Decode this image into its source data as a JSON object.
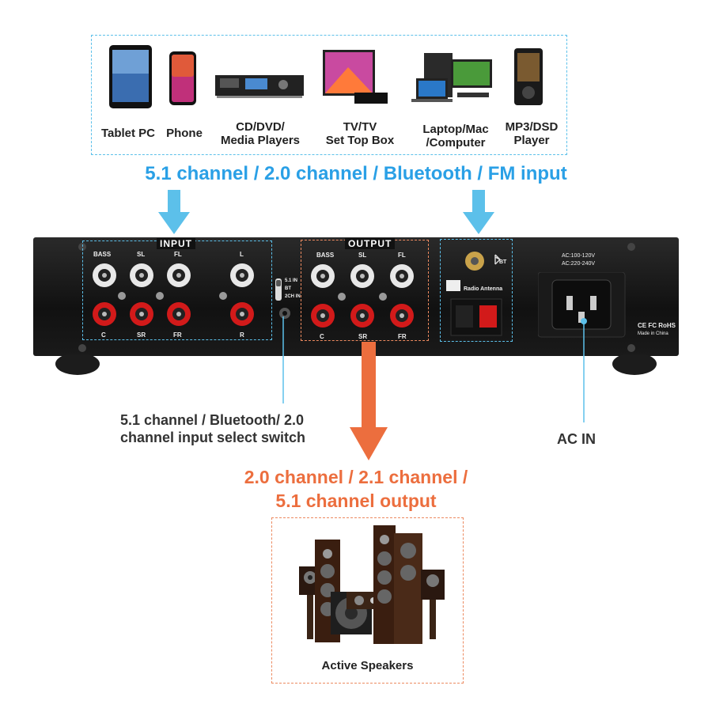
{
  "devices": [
    {
      "label": "Tablet PC",
      "icon": "tablet-icon"
    },
    {
      "label": "Phone",
      "icon": "phone-icon"
    },
    {
      "label": "CD/DVD/\nMedia Players",
      "icon": "cd-player-icon"
    },
    {
      "label": "TV/TV\nSet Top Box",
      "icon": "tv-icon"
    },
    {
      "label": "Laptop/Mac\n/Computer",
      "icon": "computer-icon"
    },
    {
      "label": "MP3/DSD\nPlayer",
      "icon": "mp3-player-icon"
    }
  ],
  "input_title": "5.1 channel / 2.0 channel / Bluetooth / FM input",
  "panel": {
    "input_label": "INPUT",
    "output_label": "OUTPUT",
    "input_top": [
      "BASS",
      "SL",
      "FL",
      "L"
    ],
    "input_bottom": [
      "C",
      "SR",
      "FR",
      "R"
    ],
    "output_top": [
      "BASS",
      "SL",
      "FL"
    ],
    "output_bottom": [
      "C",
      "SR",
      "FR"
    ],
    "switch_labels": [
      "5.1 IN",
      "BT",
      "2CH IN"
    ],
    "bt_label": "BT",
    "antenna_label": "Radio Antenna",
    "voltage_1": "AC:100-120V",
    "voltage_2": "AC:220-240V",
    "cert_marks": "CE FC RoHS",
    "made_in": "Made in China"
  },
  "callouts": {
    "switch": "5.1 channel / Bluetooth/ 2.0\nchannel input select switch",
    "ac_in": "AC IN"
  },
  "output_title_1": "2.0 channel / 2.1 channel /",
  "output_title_2": "5.1 channel output",
  "speakers_label": "Active Speakers",
  "colors": {
    "blue": "#2aa0e6",
    "orange": "#ec6e3e",
    "red_jack": "#d21a1a"
  }
}
